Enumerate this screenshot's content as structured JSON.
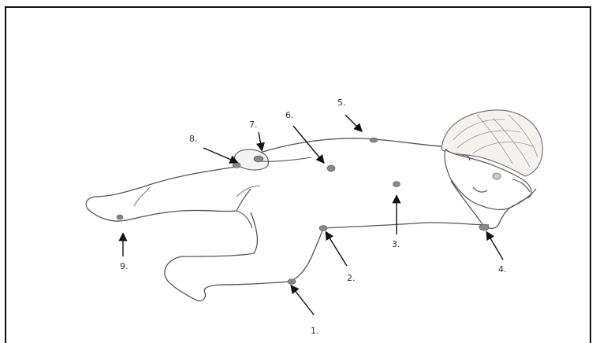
{
  "labels": {
    "l1": "1.",
    "l2": "2.",
    "l3": "3.",
    "l4": "4.",
    "l5": "5.",
    "l6": "6.",
    "l7": "7.",
    "l8": "8.",
    "l9": "9."
  }
}
